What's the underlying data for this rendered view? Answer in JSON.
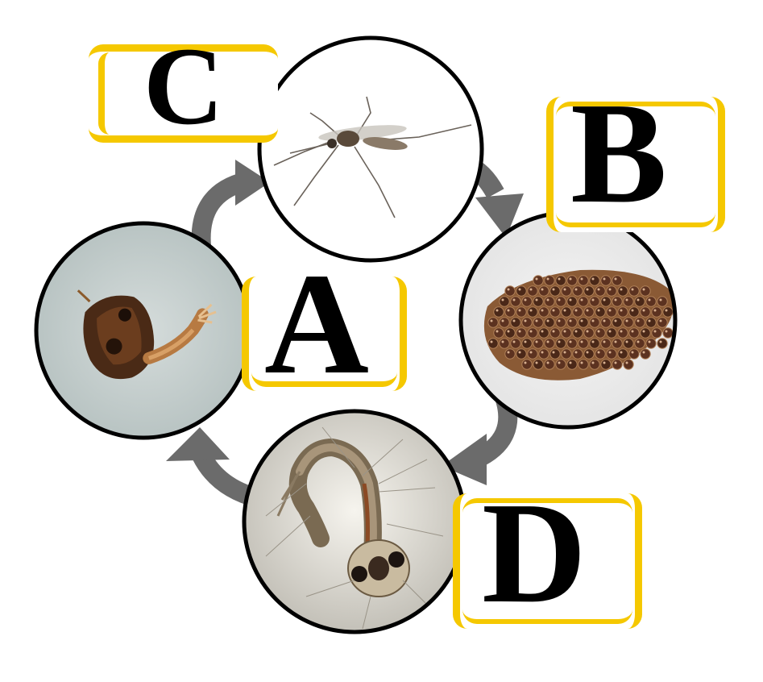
{
  "labels": {
    "center": "A",
    "top_right": "B",
    "top_left": "C",
    "bottom_right": "D"
  },
  "stages": [
    {
      "name": "adult-mosquito"
    },
    {
      "name": "egg-raft"
    },
    {
      "name": "larva"
    },
    {
      "name": "pupa"
    }
  ],
  "colors": {
    "arrow": "#6b6b6b",
    "label_border": "#f5c800",
    "circle_border": "#000000"
  }
}
